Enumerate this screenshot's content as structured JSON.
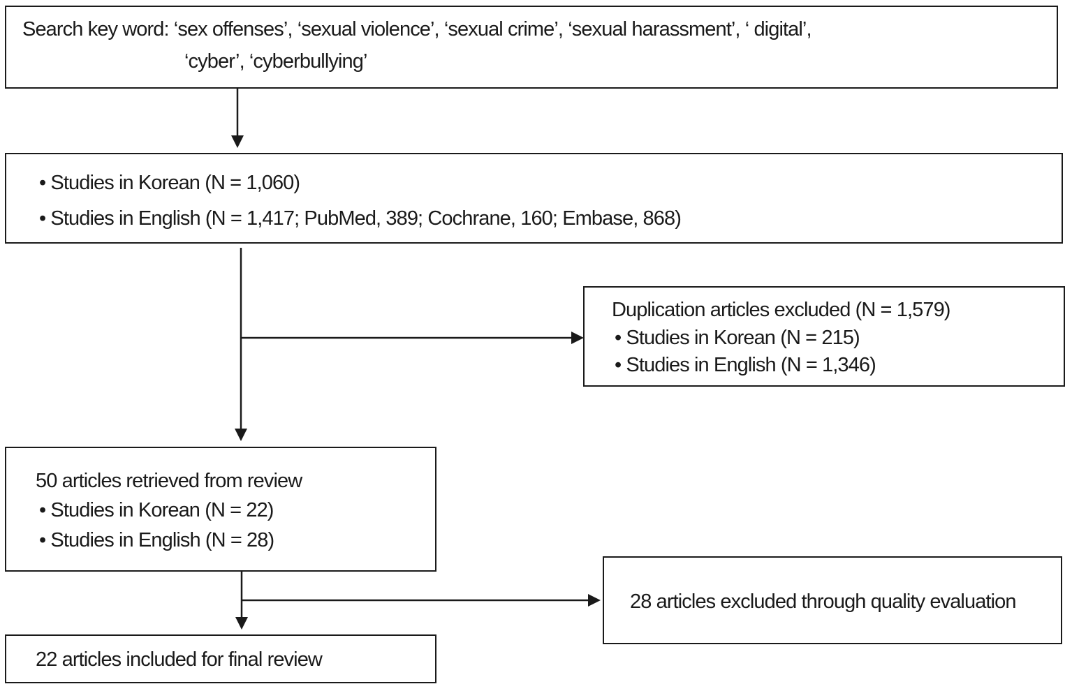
{
  "flowchart": {
    "search": {
      "line1": "Search key word: ‘sex offenses’, ‘sexual violence’, ‘sexual crime’, ‘sexual harassment’, ‘ digital’,",
      "line2": "‘cyber’, ‘cyberbullying’"
    },
    "identified": {
      "korean": "• Studies in Korean (N = 1,060)",
      "english": "• Studies in English (N = 1,417; PubMed, 389; Cochrane, 160; Embase, 868)"
    },
    "duplicates": {
      "title": "Duplication articles excluded (N = 1,579)",
      "korean": "• Studies in Korean (N = 215)",
      "english": "• Studies in English (N = 1,346)"
    },
    "retrieved": {
      "title": "50 articles retrieved from review",
      "korean": "• Studies in Korean (N = 22)",
      "english": "• Studies in English (N = 28)"
    },
    "quality_excluded": {
      "title": "28 articles excluded through quality evaluation"
    },
    "final": {
      "title": "22 articles included for final review"
    }
  }
}
